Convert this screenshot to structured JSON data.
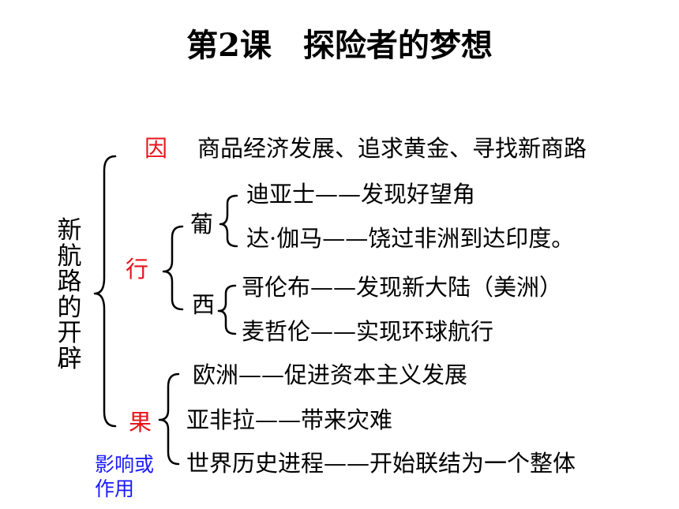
{
  "title": "第2课　探险者的梦想",
  "vertical_label": "新航路的开辟",
  "cause": {
    "key": "因",
    "text": "商品经济发展、追求黄金、寻找新商路"
  },
  "voyage": {
    "key": "行",
    "portugal": {
      "key": "葡",
      "items": [
        "迪亚士——发现好望角",
        "达·伽马——饶过非洲到达印度。"
      ]
    },
    "spain": {
      "key": "西",
      "items": [
        "哥伦布——发现新大陆（美洲）",
        "麦哲伦——实现环球航行"
      ]
    }
  },
  "effect": {
    "key": "果",
    "items": [
      "欧洲——促进资本主义发展",
      "亚非拉——带来灾难",
      "世界历史进程——开始联结为一个整体"
    ],
    "note": "影响或作用"
  },
  "colors": {
    "key_red": "#e8141c",
    "note_blue": "#1a1aff",
    "text": "#000000"
  }
}
